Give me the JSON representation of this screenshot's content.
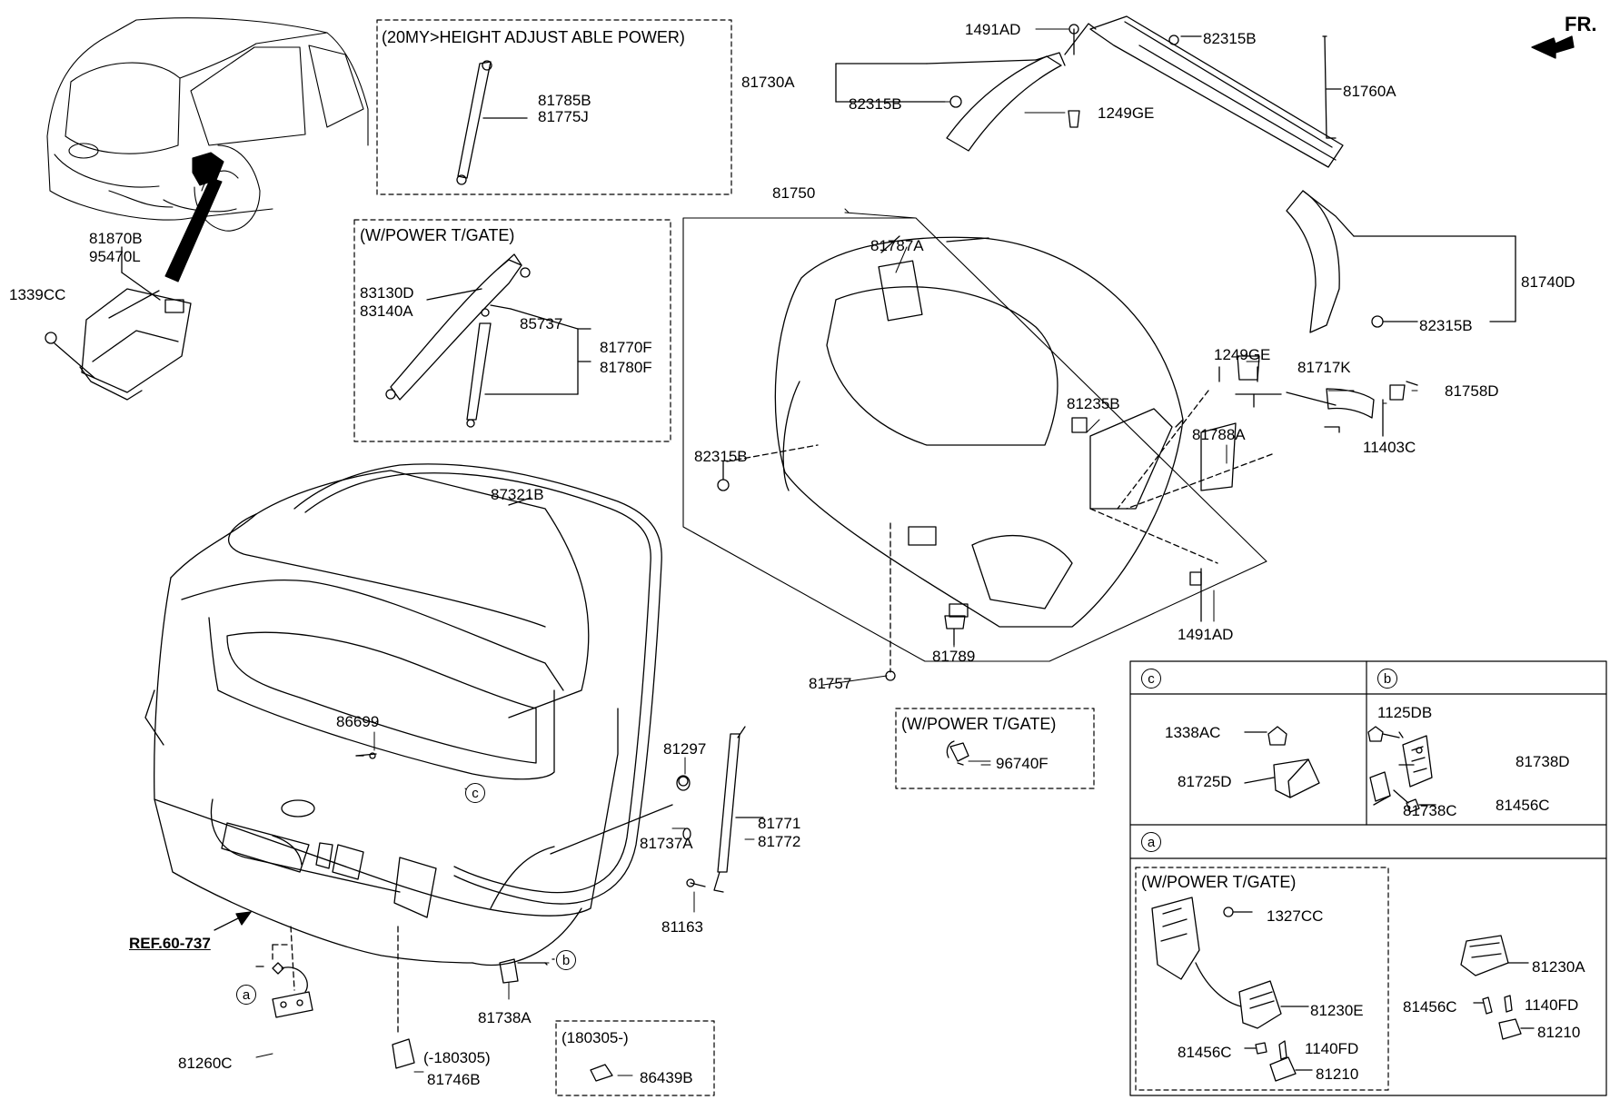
{
  "orientation": "FR.",
  "variants": {
    "height_adjust": "(20MY>HEIGHT ADJUST ABLE POWER)",
    "power_tgate_1": "(W/POWER T/GATE)",
    "power_tgate_2": "(W/POWER T/GATE)",
    "power_tgate_3": "(W/POWER T/GATE)",
    "date_180305": "(180305-)",
    "date_until_180305": "(-180305)"
  },
  "reference": "REF.60-737",
  "callouts": {
    "a": "a",
    "b": "b",
    "c": "c"
  },
  "parts": {
    "p1491AD_top": "1491AD",
    "p81730A": "81730A",
    "p82315B_left": "82315B",
    "p1249GE_top": "1249GE",
    "p82315B_top": "82315B",
    "p81760A": "81760A",
    "p81785B": "81785B",
    "p81775J": "81775J",
    "p81870B": "81870B",
    "p95470L": "95470L",
    "p1339CC": "1339CC",
    "p81750": "81750",
    "p81787A": "81787A",
    "p81740D": "81740D",
    "p82315B_right": "82315B",
    "p83130D": "83130D",
    "p83140A": "83140A",
    "p85737": "85737",
    "p81770F": "81770F",
    "p81780F": "81780F",
    "p1249GE_mid": "1249GE",
    "p81717K": "81717K",
    "p81758D": "81758D",
    "p81235B": "81235B",
    "p81788A": "81788A",
    "p11403C": "11403C",
    "p82315B_mid": "82315B",
    "p87321B": "87321B",
    "p1491AD_mid": "1491AD",
    "p81789": "81789",
    "p81757": "81757",
    "p96740F": "96740F",
    "p86699": "86699",
    "p81297": "81297",
    "p81737A": "81737A",
    "p81771": "81771",
    "p81772": "81772",
    "p81163": "81163",
    "p81738A": "81738A",
    "p81260C": "81260C",
    "p81746B": "81746B",
    "p86439B": "86439B",
    "p1338AC": "1338AC",
    "p81725D": "81725D",
    "p1125DB": "1125DB",
    "p81738D": "81738D",
    "p81738C": "81738C",
    "p81456C_b": "81456C",
    "p1327CC": "1327CC",
    "p81230E": "81230E",
    "p81456C_a1": "81456C",
    "p1140FD_a1": "1140FD",
    "p81210_a1": "81210",
    "p81230A": "81230A",
    "p81456C_a2": "81456C",
    "p1140FD_a2": "1140FD",
    "p81210_a2": "81210"
  }
}
